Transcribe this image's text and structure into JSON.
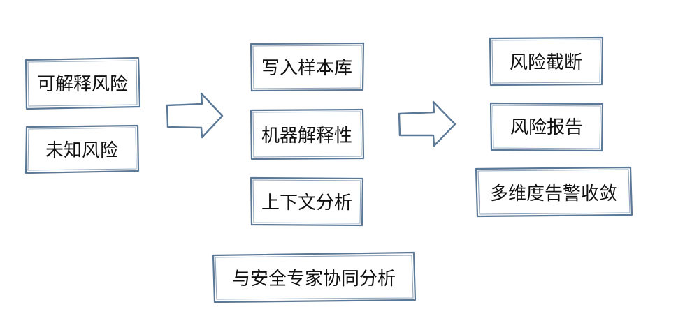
{
  "colors": {
    "box_stroke": "#5b7896",
    "text": "#111111",
    "background": "#ffffff"
  },
  "inputs": [
    {
      "label": "可解释风险"
    },
    {
      "label": "未知风险"
    }
  ],
  "processes": [
    {
      "label": "写入样本库"
    },
    {
      "label": "机器解释性"
    },
    {
      "label": "上下文分析"
    }
  ],
  "collaboration": {
    "label": "与安全专家协同分析"
  },
  "outputs": [
    {
      "label": "风险截断"
    },
    {
      "label": "风险报告"
    },
    {
      "label": "多维度告警收敛"
    }
  ],
  "arrows": [
    {
      "from": "inputs",
      "to": "processes",
      "icon": "right-arrow-icon"
    },
    {
      "from": "processes",
      "to": "outputs",
      "icon": "right-arrow-icon"
    }
  ]
}
